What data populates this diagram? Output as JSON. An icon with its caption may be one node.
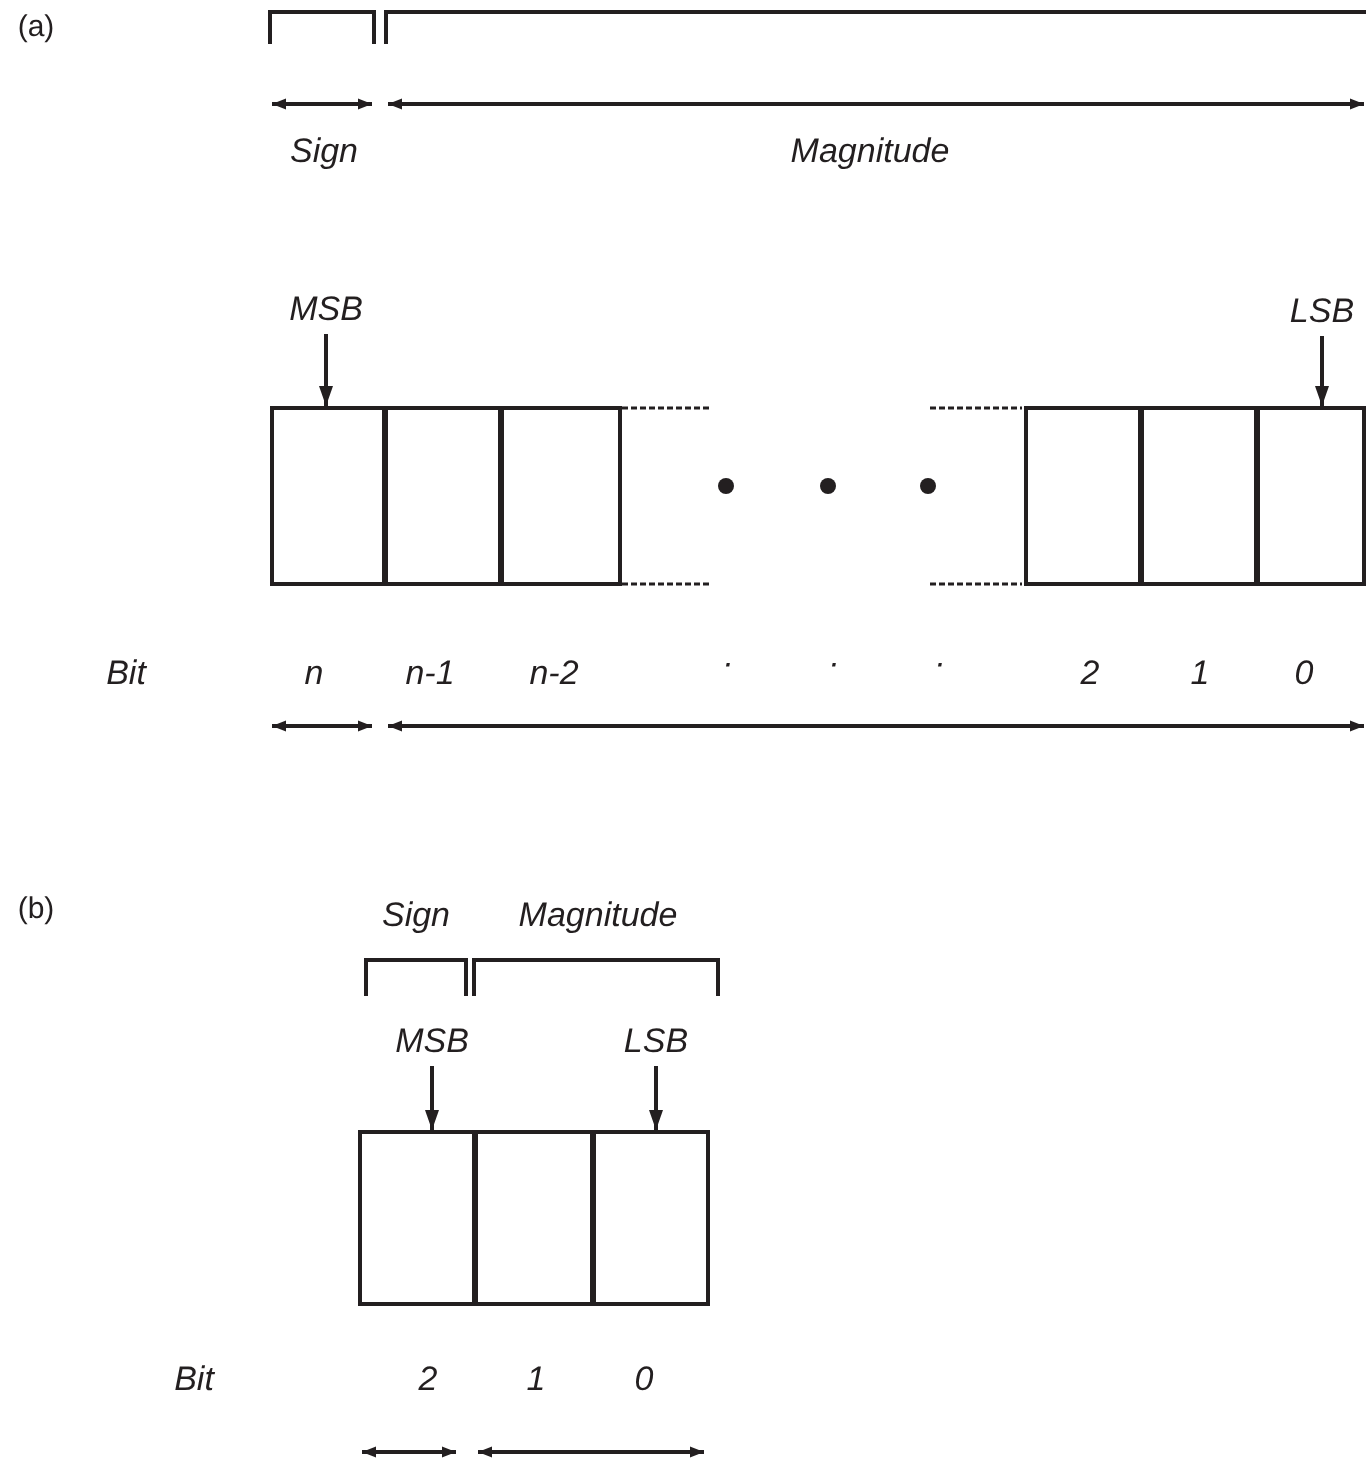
{
  "diagram": {
    "nodes": [
      {
        "text": [
          "MSB"
        ]
      },
      {
        "text": [
          "LSB"
        ]
      },
      {
        "text": [],
        "shape": "box"
      },
      {
        "text": [],
        "shape": "box"
      },
      {
        "text": [],
        "shape": "box"
      },
      {
        "text": [],
        "shape": "box"
      },
      {
        "text": [],
        "shape": "box"
      },
      {
        "text": [],
        "shape": "box"
      },
      {
        "text": [
          "MSB"
        ]
      },
      {
        "text": [
          "LSB"
        ]
      },
      {
        "text": [],
        "shape": "box"
      },
      {
        "text": [],
        "shape": "box"
      },
      {
        "text": [],
        "shape": "box"
      }
    ],
    "edges": [
      {
        "from": 0,
        "to": 2,
        "arrow": "to"
      },
      {
        "from": 1,
        "to": 7,
        "arrow": "to"
      },
      {
        "from": 8,
        "to": 10,
        "arrow": "to"
      },
      {
        "from": 9,
        "to": 12,
        "arrow": "to"
      }
    ],
    "labels": [
      "(a)",
      "Sign",
      "Magnitude",
      "Bit",
      "n",
      "n-1",
      "n-2",
      "·",
      "·",
      "·",
      "2",
      "1",
      "0",
      "(b)",
      "Sign",
      "Magnitude",
      "Bit",
      "2",
      "1",
      "0"
    ]
  }
}
